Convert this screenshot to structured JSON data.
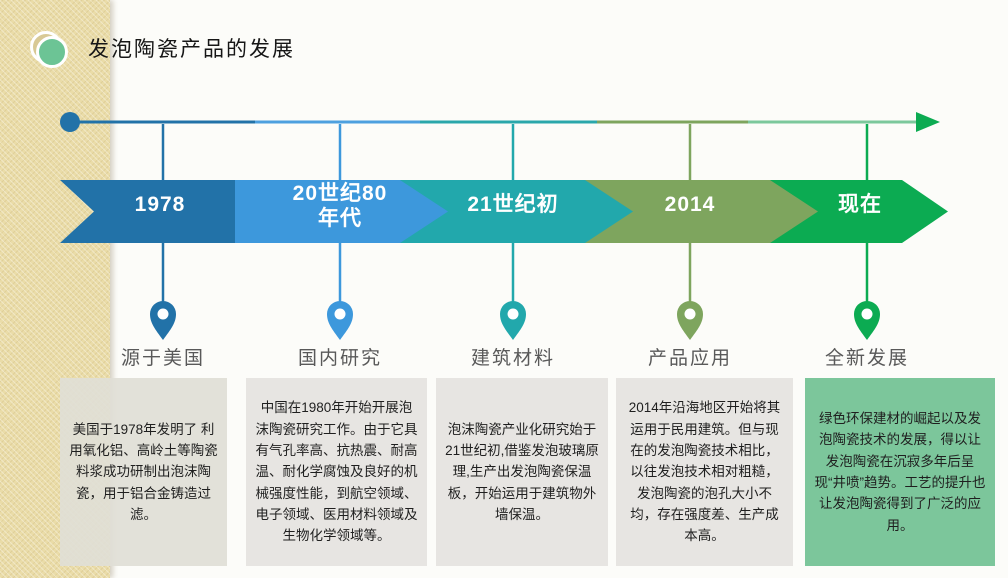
{
  "slide": {
    "title": "发泡陶瓷产品的发展"
  },
  "colors": {
    "strip_bg": "#EADCA8",
    "desc_box_bg": "#E7E5E2",
    "desc_box_highlight_bg": "#7CC69B",
    "stage_label_color": "#595959",
    "arrow_color": "#0CAB52"
  },
  "stages": [
    {
      "period": "1978",
      "label": "源于美国",
      "color": "#2272A8",
      "line_color": "#2272A8",
      "desc": "美国于1978年发明了 利用氧化铝、高岭土等陶瓷料浆成功研制出泡沫陶瓷，用于铝合金铸造过滤。"
    },
    {
      "period": "20世纪80\n年代",
      "label": "国内研究",
      "color": "#3D98DC",
      "line_color": "#4DA0DF",
      "desc": "中国在1980年开始开展泡沫陶瓷研究工作。由于它具有气孔率高、抗热震、耐高温、耐化学腐蚀及良好的机械强度性能，到航空领域、电子领域、医用材料领域及生物化学领域等。"
    },
    {
      "period": "21世纪初",
      "label": "建筑材料",
      "color": "#22A8AC",
      "line_color": "#2AA7AB",
      "desc": "泡沫陶瓷产业化研究始于21世纪初,借鉴发泡玻璃原理,生产出发泡陶瓷保温板，开始运用于建筑物外墙保温。"
    },
    {
      "period": "2014",
      "label": "产品应用",
      "color": "#7EA55E",
      "line_color": "#7EA55E",
      "desc": "2014年沿海地区开始将其运用于民用建筑。但与现在的发泡陶瓷技术相比，以往发泡技术相对粗糙，发泡陶瓷的泡孔大小不均，存在强度差、生产成本高。"
    },
    {
      "period": "现在",
      "label": "全新发展",
      "color": "#0CAB52",
      "line_color": "#7CC89C",
      "desc": "绿色环保建材的崛起以及发泡陶瓷技术的发展，得以让发泡陶瓷在沉寂多年后呈现“井喷”趋势。工艺的提升也让发泡陶瓷得到了广泛的应用。"
    }
  ]
}
